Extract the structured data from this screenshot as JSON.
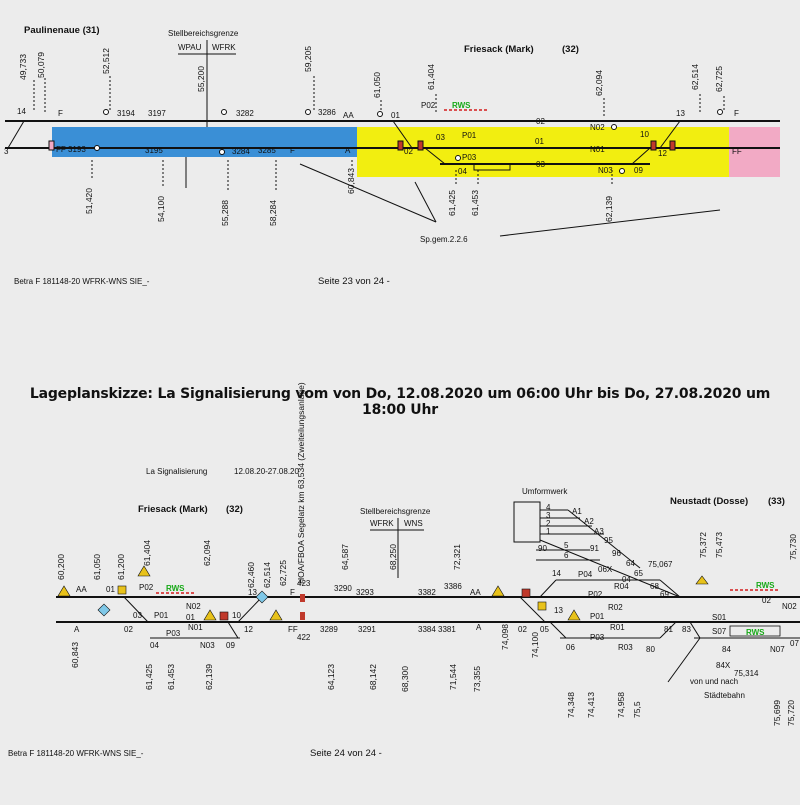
{
  "top": {
    "station_left": "Paulinenaue (31)",
    "station_right_name": "Friesack (Mark)",
    "station_right_num": "(32)",
    "boundary": {
      "title": "Stellbereichsgrenze",
      "left": "WPAU",
      "right": "WFRK"
    },
    "km_top": [
      "49,733",
      "50,079",
      "52,512",
      "55,200",
      "59,205",
      "61,050",
      "61,404",
      "62,094",
      "62,514",
      "62,725"
    ],
    "km_bottom": [
      "51,420",
      "54,100",
      "55,288",
      "58,284",
      "60,843",
      "61,425",
      "61,453",
      "62,139"
    ],
    "signals_upper": [
      "14",
      "F",
      "3194",
      "3197",
      "3282",
      "3286",
      "AA",
      "01",
      "P02",
      "02",
      "N02",
      "13",
      "F"
    ],
    "signals_lower": [
      "3",
      "FF",
      "3193",
      "3195",
      "3284",
      "3285",
      "F",
      "A",
      "02",
      "03",
      "P01",
      "01",
      "N01",
      "10",
      "12",
      "P03",
      "03",
      "04",
      "N03",
      "09",
      "FF"
    ],
    "rws": "RWS",
    "note": "Sp.gem.2.2.6",
    "footer_left": "Betra F 181148-20 WFRK-WNS SIE_-",
    "footer_page": "Seite 23 von 24 -"
  },
  "heading": "Lageplanskizze: La Signalisierung vom von Do, 12.08.2020 um 06:00 Uhr bis Do, 27.08.2020 um 18:00 Uhr",
  "bottom": {
    "caption_title": "La Signalisierung",
    "caption_dates": "12.08.20-27.08.20",
    "station_left_name": "Friesack (Mark)",
    "station_left_num": "(32)",
    "station_right_name": "Neustadt (Dosse)",
    "station_right_num": "(33)",
    "boundary": {
      "title": "Stellbereichsgrenze",
      "left": "WFRK",
      "right": "WNS"
    },
    "umformwerk": "Umformwerk",
    "umform_tracks": [
      "4",
      "3",
      "2",
      "1",
      "A1",
      "A2",
      "A3"
    ],
    "hoa_text": "HOA/FBOA Segelatz km 63,534 (Zweiteilungsanlage)",
    "km_top": [
      "60,200",
      "61,050",
      "61,200",
      "61,404",
      "62,094",
      "62,460",
      "62,514",
      "62,725",
      "423",
      "64,587",
      "68,250",
      "72,321",
      "75,067",
      "75,372",
      "75,473",
      "75,730"
    ],
    "km_bottom": [
      "60,843",
      "61,425",
      "61,453",
      "62,139",
      "64,123",
      "422",
      "68,142",
      "68,300",
      "71,544",
      "73,355",
      "74,098",
      "74,100",
      "74,348",
      "74,413",
      "74,958",
      "75,5",
      "75,314",
      "75,699",
      "75,720"
    ],
    "signals_upper": [
      "AA",
      "01",
      "P02",
      "N02",
      "13",
      "F",
      "3290",
      "3293",
      "3382",
      "3386",
      "AA",
      "14",
      "P04",
      "04",
      "P02",
      "R02",
      "S01",
      "02",
      "N02",
      "95",
      "96",
      "64",
      "65",
      "69",
      "06X",
      "90",
      "91",
      "5",
      "6",
      "R04",
      "68"
    ],
    "signals_lower": [
      "A",
      "02",
      "03",
      "P01",
      "01",
      "P03",
      "04",
      "N01",
      "N03",
      "09",
      "10",
      "12",
      "FF",
      "3289",
      "3291",
      "3384",
      "3381",
      "A",
      "13",
      "02",
      "05",
      "06",
      "P01",
      "P03",
      "R01",
      "R03",
      "80",
      "81",
      "83",
      "S07",
      "84",
      "84X",
      "N07",
      "07"
    ],
    "rws": "RWS",
    "rws_green": "RWS",
    "verbindung": "von und nach",
    "staedtebahn": "Städtebahn",
    "footer_left": "Betra F 181148-20 WFRK-WNS SIE_-",
    "footer_page": "Seite 24 von 24 -"
  },
  "colors": {
    "blue_block": "#3a8fd6",
    "yellow_block": "#f2ee10",
    "pink_block": "#f2aac5",
    "rws_green": "#17a917",
    "rws_red": "#d41c1c",
    "signal_yellow": "#e8c21a",
    "signal_red": "#c0392b"
  }
}
